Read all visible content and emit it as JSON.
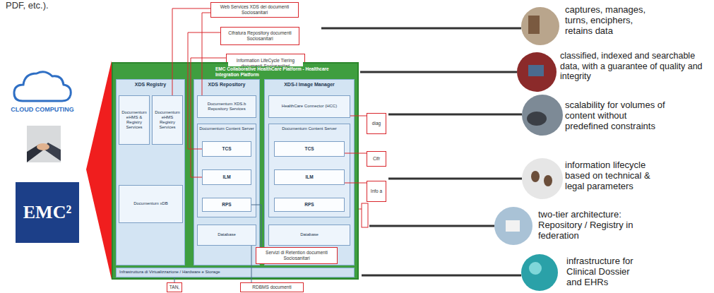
{
  "diagram": {
    "nodes": [
      {
        "text": [
          "Web Services XDS dei documenti Sociosanitari"
        ]
      },
      {
        "text": [
          "Cifratura Repository documenti Sociosanitari"
        ]
      },
      {
        "text": [
          "Information LifeCycle Tiering documenti Sociosanitari"
        ]
      },
      {
        "text": [
          "EMC²"
        ]
      },
      {
        "text": [
          "EMC Collaborative HealthCare Platform - Healthcare Integration Platform"
        ]
      },
      {
        "text": [
          "XDS Registry"
        ],
        "in": 4
      },
      {
        "text": [
          "Documentum eHMS & Registry Services"
        ],
        "in": 5
      },
      {
        "text": [
          "Documentum eHMS Registry Services"
        ],
        "in": 5
      },
      {
        "text": [
          "Documentum xDB"
        ],
        "in": 5
      },
      {
        "text": [
          "XDS Repository"
        ],
        "in": 4
      },
      {
        "text": [
          "Documentum XDS.b Repository Services"
        ],
        "in": 9
      },
      {
        "text": [
          "Documentum Content Server"
        ],
        "in": 9
      },
      {
        "text": [
          "TCS"
        ],
        "in": 11
      },
      {
        "text": [
          "ILM"
        ],
        "in": 11
      },
      {
        "text": [
          "RPS"
        ],
        "in": 11
      },
      {
        "text": [
          "Database"
        ],
        "in": 9
      },
      {
        "text": [
          "XDS-I Image Manager"
        ],
        "in": 4
      },
      {
        "text": [
          "HealthCare Connector (HCC)"
        ],
        "in": 16
      },
      {
        "text": [
          "Documentum Content Server"
        ],
        "in": 16
      },
      {
        "text": [
          "TCS"
        ],
        "in": 18
      },
      {
        "text": [
          "ILM"
        ],
        "in": 18
      },
      {
        "text": [
          "RPS"
        ],
        "in": 18
      },
      {
        "text": [
          "Database"
        ],
        "in": 16
      },
      {
        "text": [
          "Infrastruttura di Virtualizzazione / Hardware e Storage"
        ],
        "in": 4
      },
      {
        "text": [
          "diag"
        ]
      },
      {
        "text": [
          "Cifr"
        ]
      },
      {
        "text": [
          "Info a"
        ]
      },
      {
        "text": [
          "Servizi di Retention documenti Sociosanitari"
        ]
      },
      {
        "text": [
          "TAN,"
        ]
      },
      {
        "text": [
          "RDBMS documenti"
        ]
      }
    ],
    "edges": [
      {
        "from": 0,
        "to": 7,
        "arrow": "none"
      },
      {
        "from": 0,
        "to": 10,
        "arrow": "none"
      },
      {
        "from": 1,
        "to": 12,
        "arrow": "none"
      },
      {
        "from": 2,
        "to": 13,
        "arrow": "none"
      },
      {
        "from": 24,
        "to": 17,
        "arrow": "none"
      },
      {
        "from": 25,
        "to": 19,
        "arrow": "none"
      },
      {
        "from": 26,
        "to": 20,
        "arrow": "none"
      },
      {
        "from": 27,
        "to": 14,
        "arrow": "none"
      },
      {
        "from": 29,
        "to": 15,
        "arrow": "none"
      },
      {
        "from": 28,
        "to": 23,
        "arrow": "none"
      }
    ],
    "labels": [
      "PDF, etc.).",
      "CLOUD COMPUTING",
      "captures, manages, turns, enciphers, retains data",
      "classified, indexed and searchable data, with a guarantee of quality and integrity",
      "scalability for volumes of content without predefined constraints",
      "information lifecycle based on technical & legal parameters",
      "two-tier architecture: Repository / Registry in federation",
      "infrastructure for Clinical Dossier and EHRs"
    ]
  }
}
